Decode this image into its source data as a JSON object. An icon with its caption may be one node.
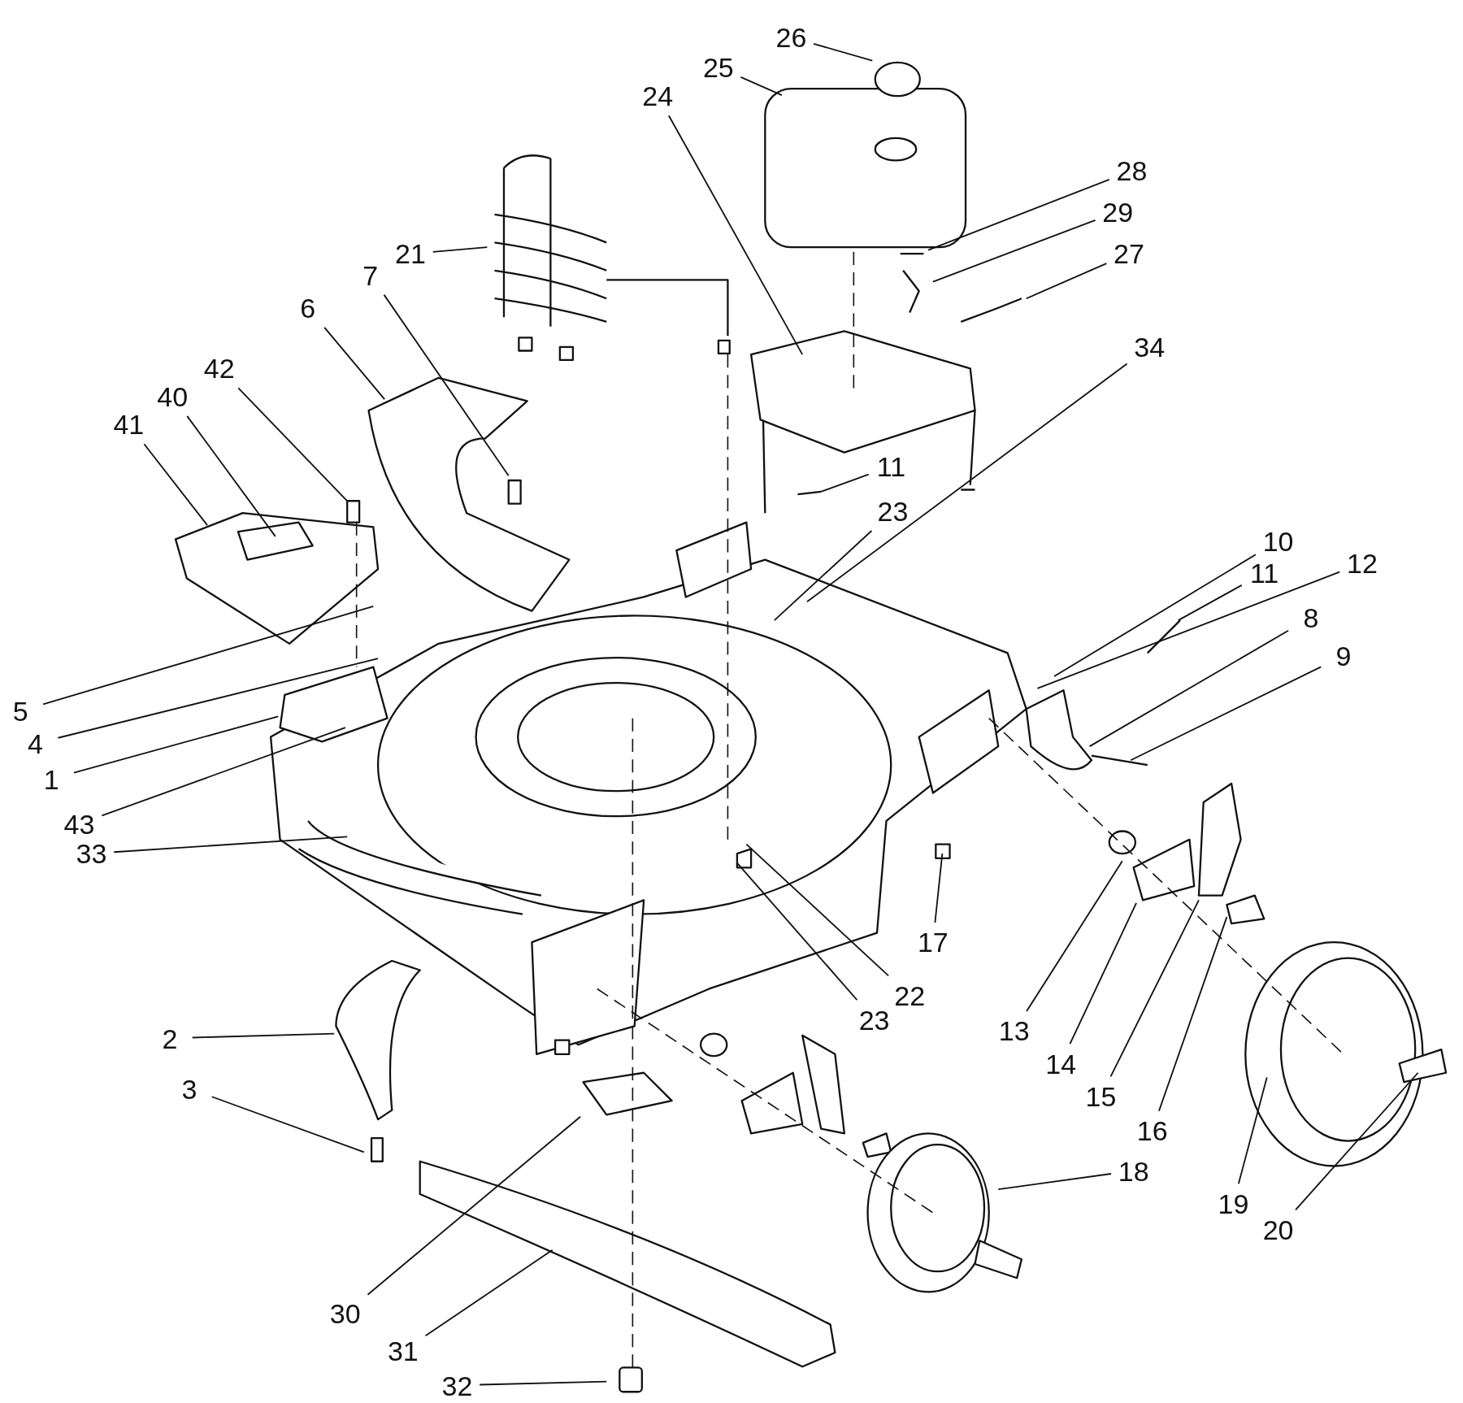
{
  "diagram": {
    "nodes": [
      {
        "text": [
          "26"
        ]
      },
      {
        "text": [
          "25"
        ]
      },
      {
        "text": [
          "24"
        ]
      },
      {
        "text": [
          "28"
        ]
      },
      {
        "text": [
          "21"
        ]
      },
      {
        "text": [
          "29"
        ]
      },
      {
        "text": [
          "27"
        ]
      },
      {
        "text": [
          "7"
        ]
      },
      {
        "text": [
          "6"
        ]
      },
      {
        "text": [
          "34"
        ]
      },
      {
        "text": [
          "42"
        ]
      },
      {
        "text": [
          "40"
        ]
      },
      {
        "text": [
          "41"
        ]
      },
      {
        "text": [
          "11"
        ]
      },
      {
        "text": [
          "23"
        ]
      },
      {
        "text": [
          "10"
        ]
      },
      {
        "text": [
          "11"
        ]
      },
      {
        "text": [
          "12"
        ]
      },
      {
        "text": [
          "8"
        ]
      },
      {
        "text": [
          "9"
        ]
      },
      {
        "text": [
          "5"
        ]
      },
      {
        "text": [
          "4"
        ]
      },
      {
        "text": [
          "1"
        ]
      },
      {
        "text": [
          "43"
        ]
      },
      {
        "text": [
          "33"
        ]
      },
      {
        "text": [
          "17"
        ]
      },
      {
        "text": [
          "13"
        ]
      },
      {
        "text": [
          "22"
        ]
      },
      {
        "text": [
          "23"
        ]
      },
      {
        "text": [
          "14"
        ]
      },
      {
        "text": [
          "2"
        ]
      },
      {
        "text": [
          "15"
        ]
      },
      {
        "text": [
          "3"
        ]
      },
      {
        "text": [
          "16"
        ]
      },
      {
        "text": [
          "18"
        ]
      },
      {
        "text": [
          "19"
        ]
      },
      {
        "text": [
          "20"
        ]
      },
      {
        "text": [
          "30"
        ]
      },
      {
        "text": [
          "31"
        ]
      },
      {
        "text": [
          "32"
        ]
      }
    ],
    "edges": [
      {
        "from": 0,
        "to": null,
        "arrow": "none"
      },
      {
        "from": 1,
        "to": null,
        "arrow": "none"
      },
      {
        "from": 2,
        "to": null,
        "arrow": "none"
      },
      {
        "from": 3,
        "to": null,
        "arrow": "none"
      },
      {
        "from": 4,
        "to": null,
        "arrow": "none"
      },
      {
        "from": 5,
        "to": null,
        "arrow": "none"
      },
      {
        "from": 6,
        "to": null,
        "arrow": "none"
      },
      {
        "from": 7,
        "to": null,
        "arrow": "none"
      },
      {
        "from": 8,
        "to": null,
        "arrow": "none"
      },
      {
        "from": 9,
        "to": null,
        "arrow": "none"
      },
      {
        "from": 10,
        "to": null,
        "arrow": "none"
      },
      {
        "from": 11,
        "to": null,
        "arrow": "none"
      },
      {
        "from": 12,
        "to": null,
        "arrow": "none"
      },
      {
        "from": 13,
        "to": null,
        "arrow": "none"
      },
      {
        "from": 14,
        "to": null,
        "arrow": "none"
      },
      {
        "from": 15,
        "to": null,
        "arrow": "none"
      },
      {
        "from": 16,
        "to": null,
        "arrow": "none"
      },
      {
        "from": 17,
        "to": null,
        "arrow": "none"
      },
      {
        "from": 18,
        "to": null,
        "arrow": "none"
      },
      {
        "from": 19,
        "to": null,
        "arrow": "none"
      },
      {
        "from": 20,
        "to": null,
        "arrow": "none"
      },
      {
        "from": 21,
        "to": null,
        "arrow": "none"
      },
      {
        "from": 22,
        "to": null,
        "arrow": "none"
      },
      {
        "from": 23,
        "to": null,
        "arrow": "none"
      },
      {
        "from": 24,
        "to": null,
        "arrow": "none"
      },
      {
        "from": 25,
        "to": null,
        "arrow": "none"
      },
      {
        "from": 26,
        "to": null,
        "arrow": "none"
      },
      {
        "from": 27,
        "to": null,
        "arrow": "none"
      },
      {
        "from": 28,
        "to": null,
        "arrow": "none"
      },
      {
        "from": 29,
        "to": null,
        "arrow": "none"
      },
      {
        "from": 30,
        "to": null,
        "arrow": "none"
      },
      {
        "from": 31,
        "to": null,
        "arrow": "none"
      },
      {
        "from": 32,
        "to": null,
        "arrow": "none"
      },
      {
        "from": 33,
        "to": null,
        "arrow": "none"
      },
      {
        "from": 34,
        "to": null,
        "arrow": "none"
      },
      {
        "from": 35,
        "to": null,
        "arrow": "none"
      },
      {
        "from": 36,
        "to": null,
        "arrow": "none"
      },
      {
        "from": 37,
        "to": null,
        "arrow": "none"
      },
      {
        "from": 38,
        "to": null,
        "arrow": "none"
      },
      {
        "from": 39,
        "to": null,
        "arrow": "none"
      }
    ]
  }
}
